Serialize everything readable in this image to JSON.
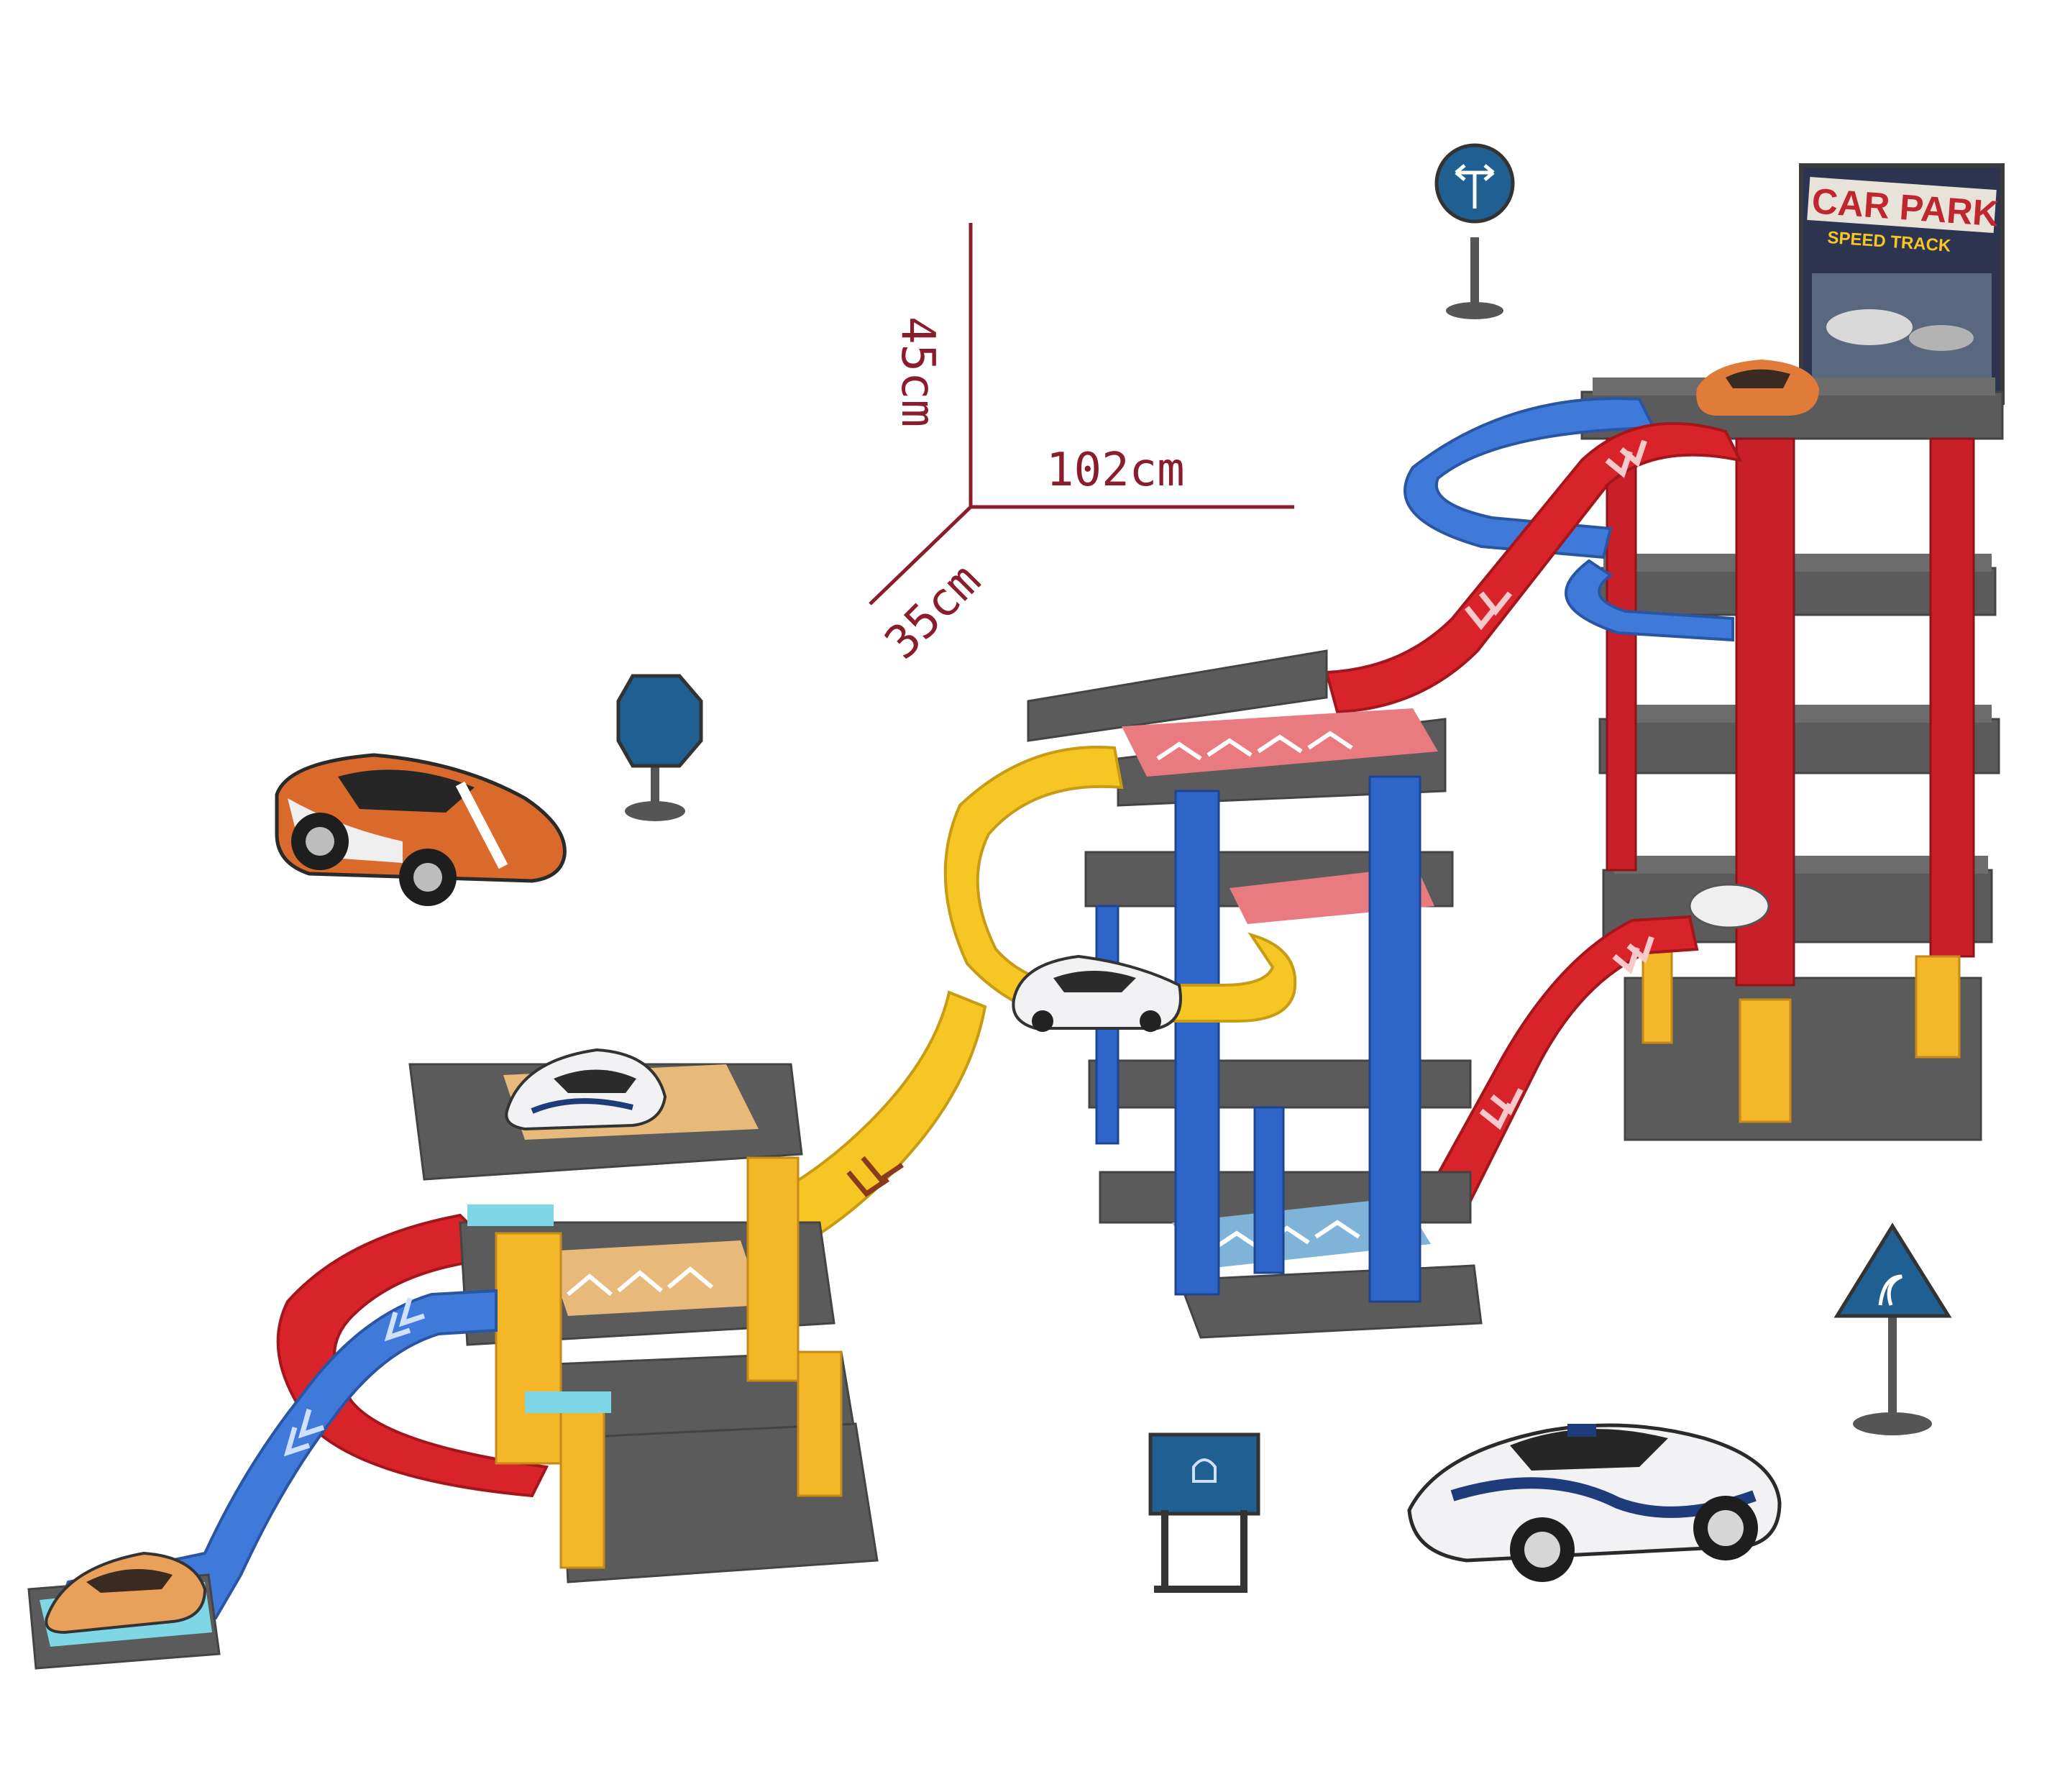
{
  "image": {
    "description": "Toy multi-level car park playset with ramps, toy cars and road signs, with dimension annotations",
    "background": "#ffffff"
  },
  "dimensions": {
    "height": "45cm",
    "width": "102cm",
    "depth": "35cm",
    "line_color": "#8a1c2c"
  },
  "billboard": {
    "title": "CAR PARK",
    "subtitle": "SPEED TRACK"
  },
  "colors": {
    "red_track": "#d8232a",
    "blue_track": "#3f79d9",
    "yellow_track": "#f6c624",
    "grey_deck": "#5b5b5b",
    "red_pillar": "#c81f28",
    "blue_pillar": "#2f64c8",
    "yellow_pillar": "#f3b728",
    "sign_blue": "#1f5f92"
  },
  "cars": [
    {
      "name": "orange-car",
      "color": "#d96a2c"
    },
    {
      "name": "white-police-car",
      "color": "#f2f2f4"
    },
    {
      "name": "white-car-top-left-tower",
      "color": "#f2f2f4"
    },
    {
      "name": "orange-car-bottom-ramp",
      "color": "#e9a05a"
    },
    {
      "name": "white-car-yellow-ramp",
      "color": "#f2f2f4"
    },
    {
      "name": "orange-car-top-right-tower",
      "color": "#e07b3a"
    }
  ],
  "signs": [
    {
      "name": "t-junction-sign"
    },
    {
      "name": "octagon-sign"
    },
    {
      "name": "parking-board-sign"
    },
    {
      "name": "triangle-curve-sign"
    }
  ]
}
